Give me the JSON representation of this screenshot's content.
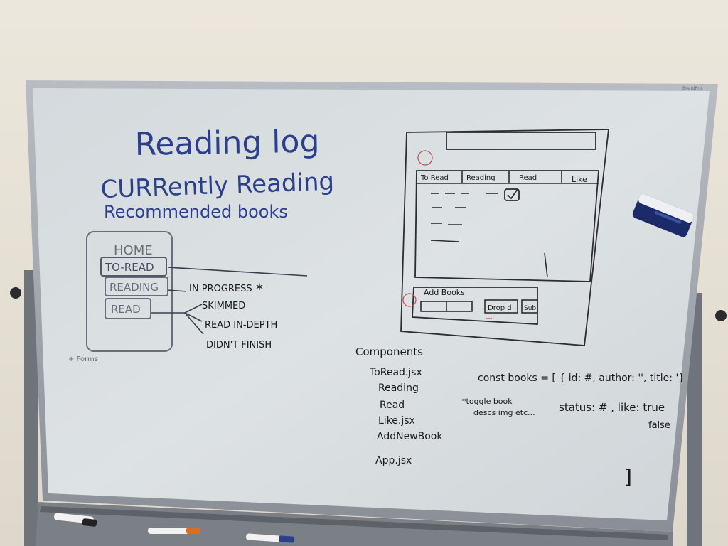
{
  "board": {
    "brand": "BoardPro",
    "colors": {
      "wall": "#e9e4da",
      "frame": "#9a9ea6",
      "surface": "#d8dde0",
      "blue_ink": "#2b3f8c",
      "black_ink": "#1a1a1e",
      "gray_ink": "#6a6d7a"
    }
  },
  "title": {
    "line1": "Reading log",
    "line2": "CURRently Reading",
    "line3": "Recommended books"
  },
  "home_diagram": {
    "heading": "HOME",
    "buttons": [
      "TO-READ",
      "READING",
      "READ"
    ],
    "in_progress": "IN PROGRESS",
    "star": "*",
    "read_options": [
      "SKIMMED",
      "READ IN-DEPTH",
      "DIDN'T FINISH"
    ],
    "forms_note": "+ Forms"
  },
  "wireframe": {
    "tabs": [
      "To Read",
      "Reading",
      "Read",
      "Like"
    ],
    "add_books_label": "Add Books",
    "dropdown_label": "Drop d",
    "submit_label": "Sub"
  },
  "components": {
    "heading": "Components",
    "items": [
      "ToRead.jsx",
      "Reading",
      "Read",
      "Like.jsx",
      "AddNewBook",
      "App.jsx"
    ]
  },
  "code": {
    "line1": "const books = [ { id: #, author: '', title: '}",
    "line2": "status: # , like: true",
    "line3": "false",
    "bracket": "]"
  },
  "note": {
    "line1": "*toggle book",
    "line2": "descs img etc..."
  },
  "icons": {
    "eraser": "eraser-icon",
    "checkbox": "checkbox-icon",
    "markers": "marker-icon"
  }
}
